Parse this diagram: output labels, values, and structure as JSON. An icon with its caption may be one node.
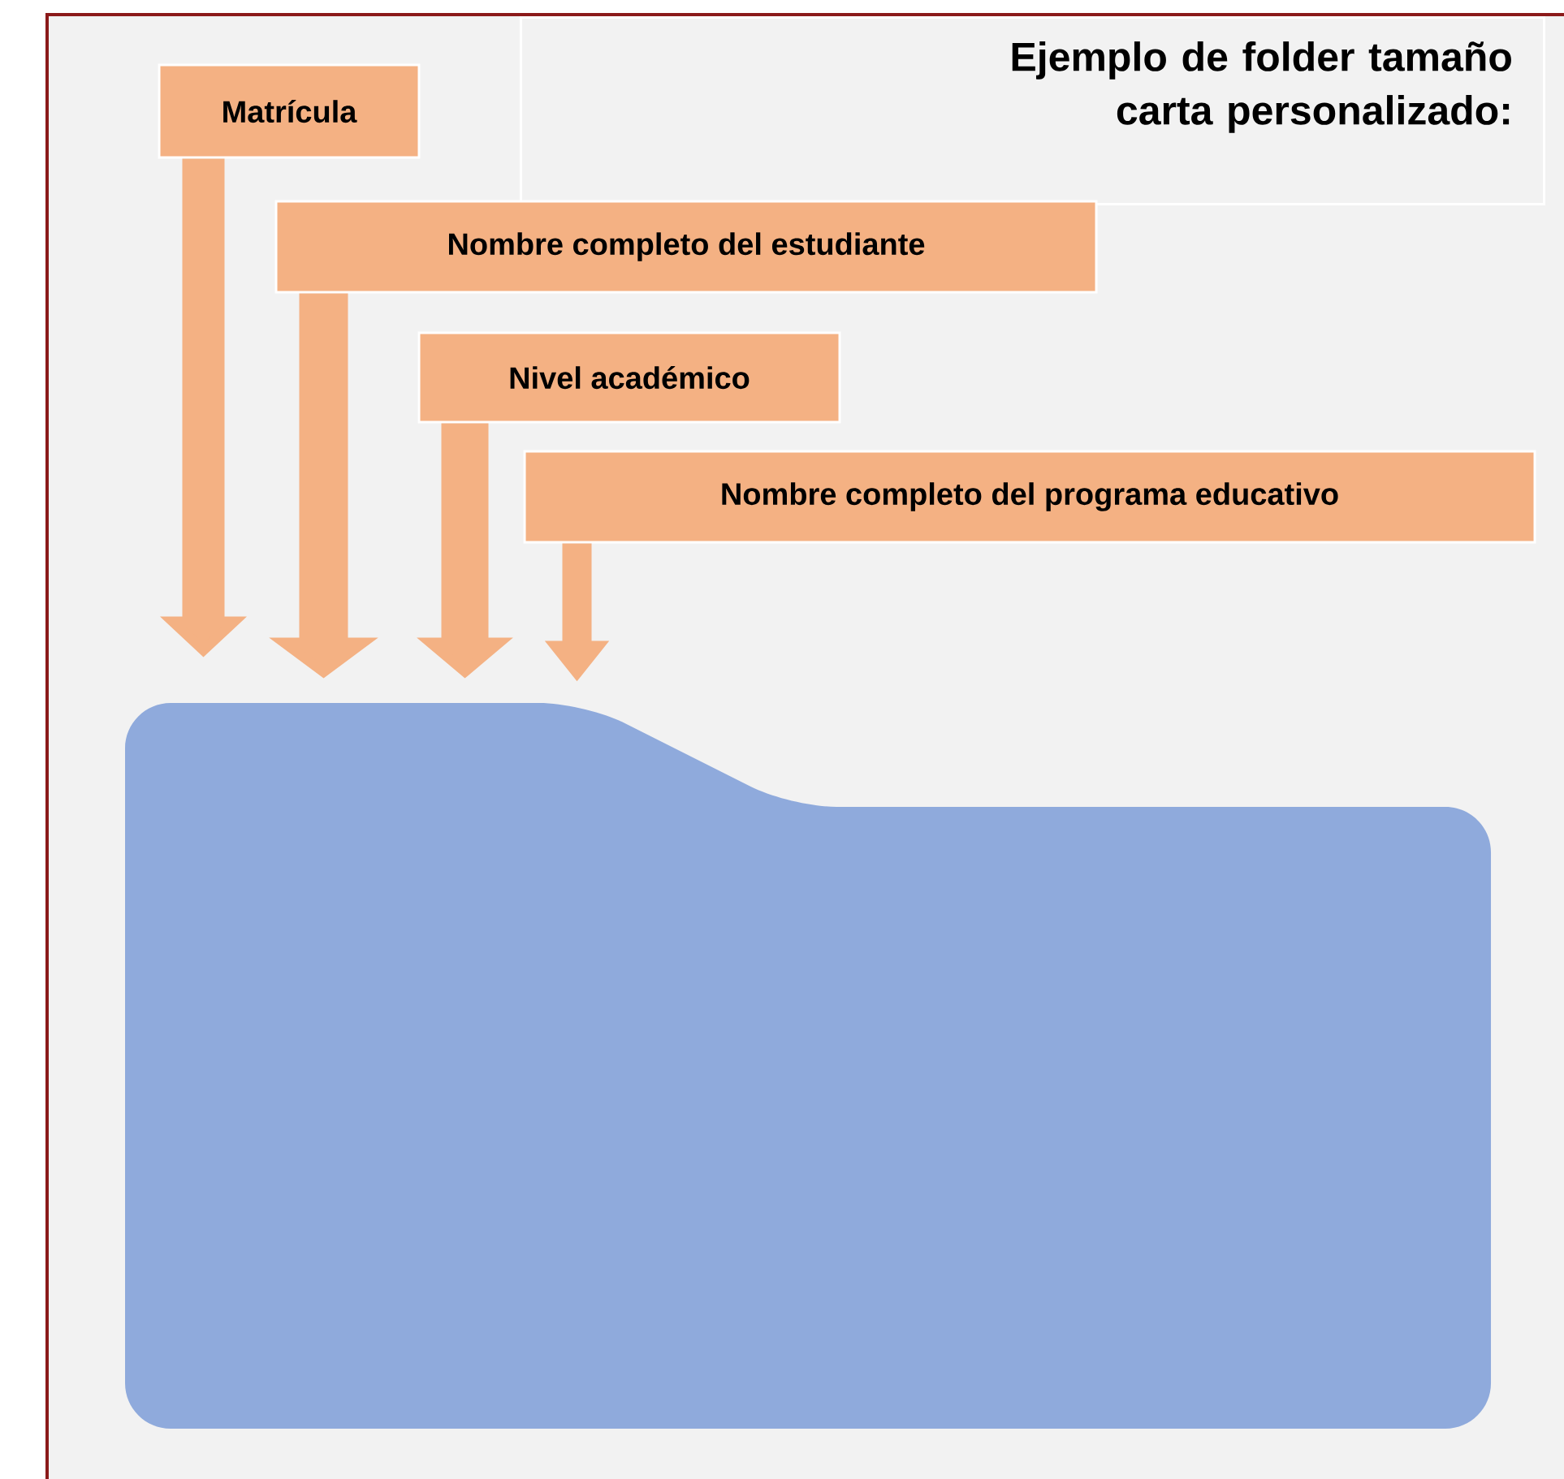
{
  "diagram": {
    "title": "Ejemplo de folder tamaño carta personalizado:",
    "nodes": [
      {
        "text": [
          "Matrícula"
        ]
      },
      {
        "text": [
          "Nombre completo del estudiante"
        ]
      },
      {
        "text": [
          "Nivel académico"
        ]
      },
      {
        "text": [
          "Nombre completo del programa educativo"
        ]
      },
      {
        "text": [],
        "shape": "folder"
      }
    ],
    "edges": [
      {
        "from": 0,
        "to": 4,
        "arrow": "to"
      },
      {
        "from": 1,
        "to": 4,
        "arrow": "to"
      },
      {
        "from": 2,
        "to": 4,
        "arrow": "to"
      },
      {
        "from": 3,
        "to": 4,
        "arrow": "to"
      }
    ]
  }
}
